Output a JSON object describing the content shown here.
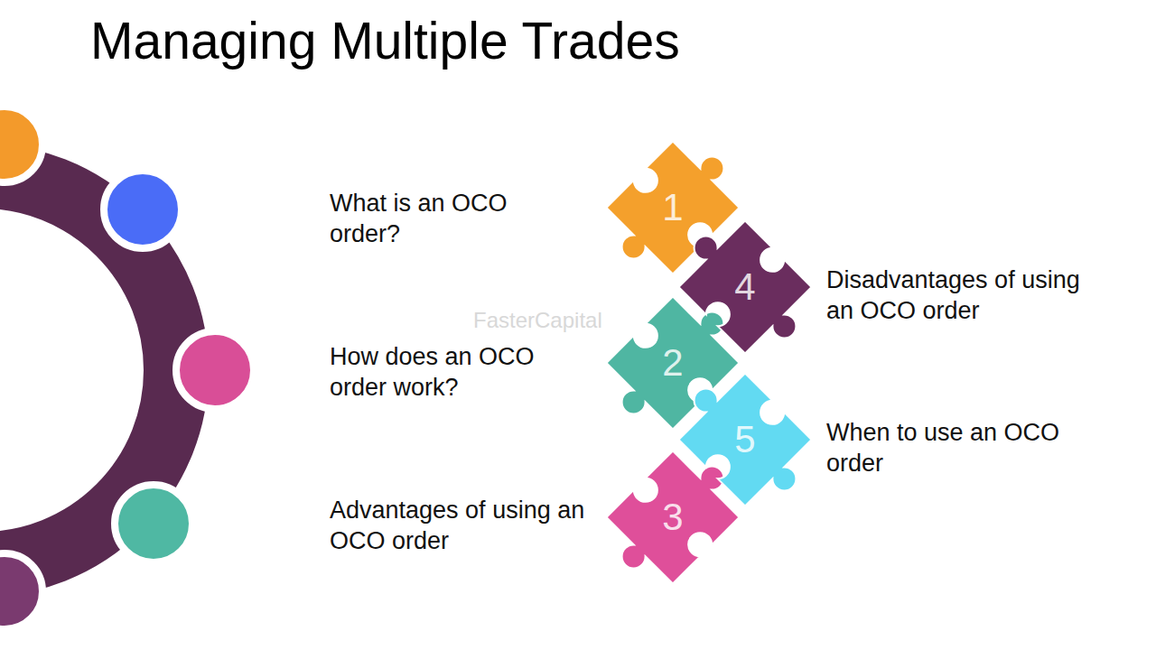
{
  "diagram": {
    "title": "Managing Multiple Trades",
    "nodes": [
      {
        "text": [
          "What is an OCO order?",
          "1"
        ]
      },
      {
        "text": [
          "How does an OCO order work?",
          "2"
        ]
      },
      {
        "text": [
          "Advantages of using an OCO order",
          "3"
        ]
      },
      {
        "text": [
          "Disadvantages of using an OCO order",
          "4"
        ]
      },
      {
        "text": [
          "When to use an OCO order",
          "5"
        ]
      }
    ],
    "labels": [
      "FasterCapital"
    ]
  }
}
